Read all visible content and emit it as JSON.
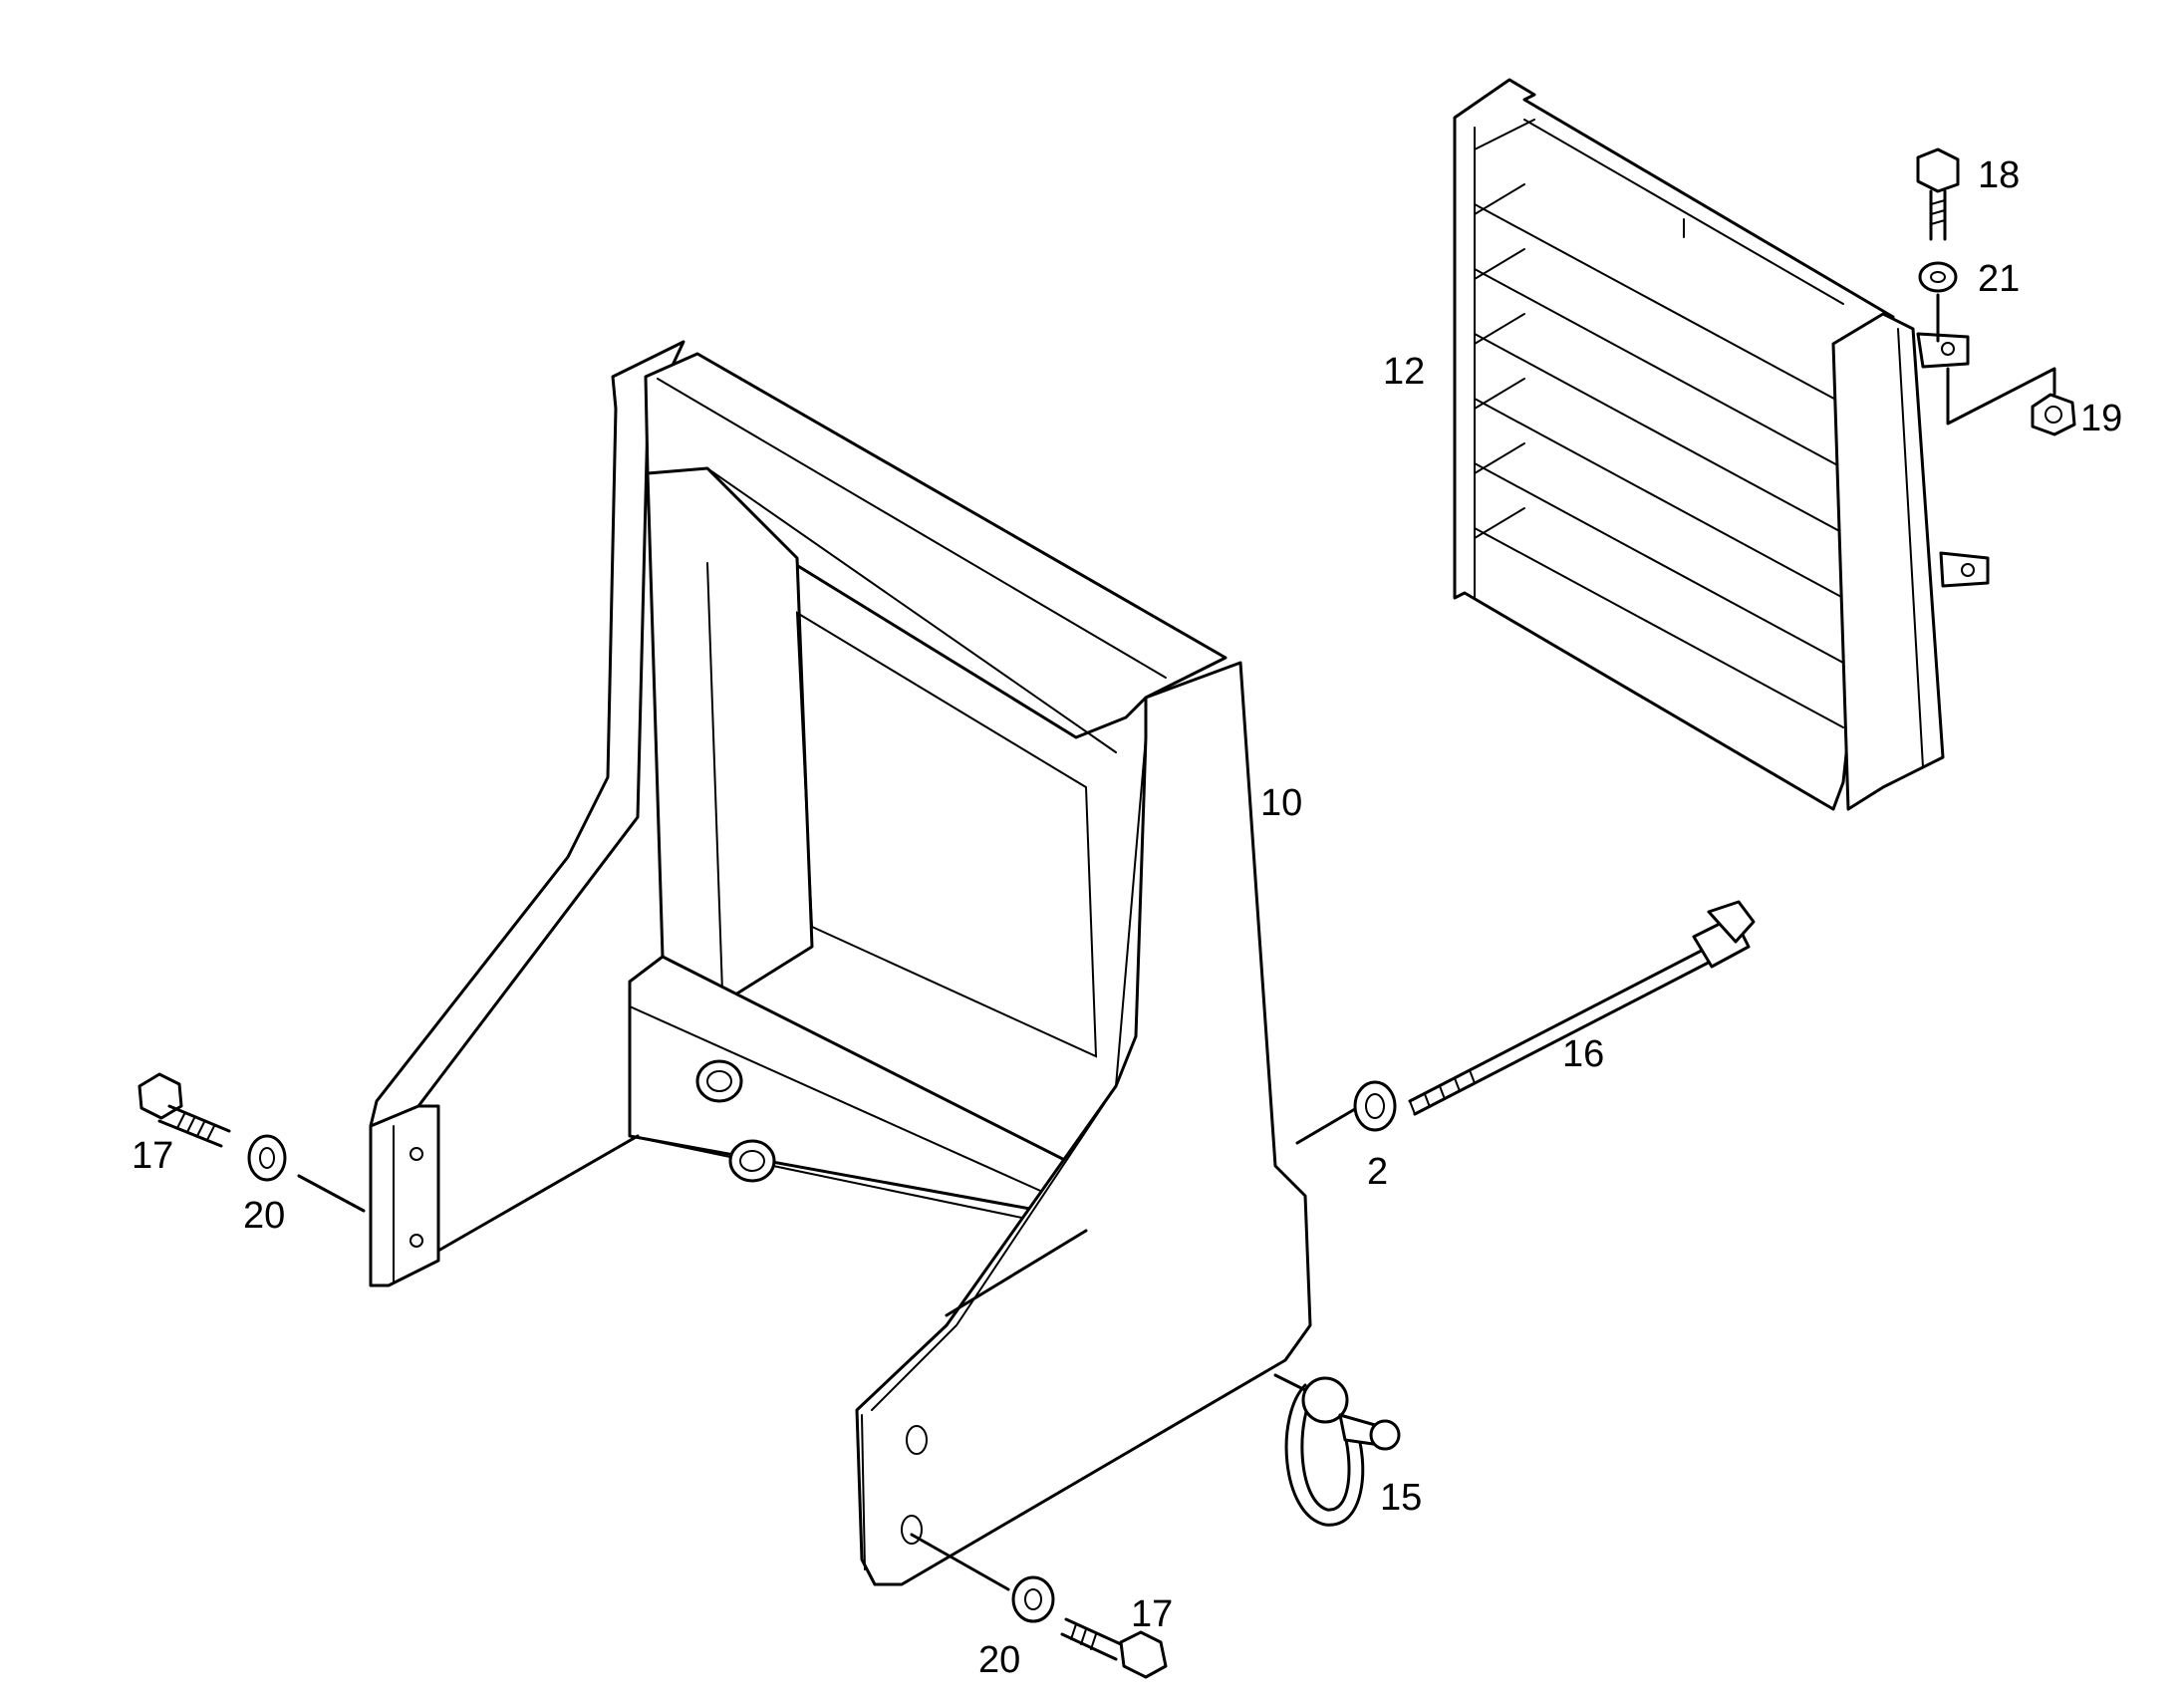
{
  "diagram": {
    "callouts": {
      "p10": "10",
      "p12": "12",
      "p16": "16",
      "p2": "2",
      "p15": "15",
      "p17a": "17",
      "p17b": "17",
      "p18": "18",
      "p19": "19",
      "p20a": "20",
      "p20b": "20",
      "p21": "21"
    },
    "parts": [
      {
        "callout": "10",
        "name": "front-weight-frame"
      },
      {
        "callout": "12",
        "name": "louvred-grille"
      },
      {
        "callout": "16",
        "name": "long-bolt"
      },
      {
        "callout": "2",
        "name": "washer"
      },
      {
        "callout": "15",
        "name": "shackle"
      },
      {
        "callout": "17",
        "name": "hex-bolt"
      },
      {
        "callout": "18",
        "name": "hex-bolt"
      },
      {
        "callout": "19",
        "name": "hex-nut"
      },
      {
        "callout": "20",
        "name": "washer"
      },
      {
        "callout": "21",
        "name": "washer"
      }
    ]
  }
}
